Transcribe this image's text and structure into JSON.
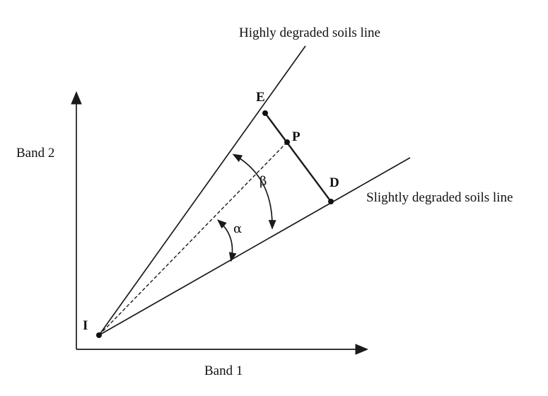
{
  "axes": {
    "x_label": "Band 1",
    "y_label": "Band 2"
  },
  "lines": {
    "upper_label": "Highly degraded soils line",
    "lower_label": "Slightly degraded soils line"
  },
  "points": {
    "I": "I",
    "E": "E",
    "P": "P",
    "D": "D"
  },
  "angles": {
    "alpha": "α",
    "beta": "β"
  },
  "colors": {
    "ink": "#1a1a1a",
    "background": "#ffffff"
  }
}
